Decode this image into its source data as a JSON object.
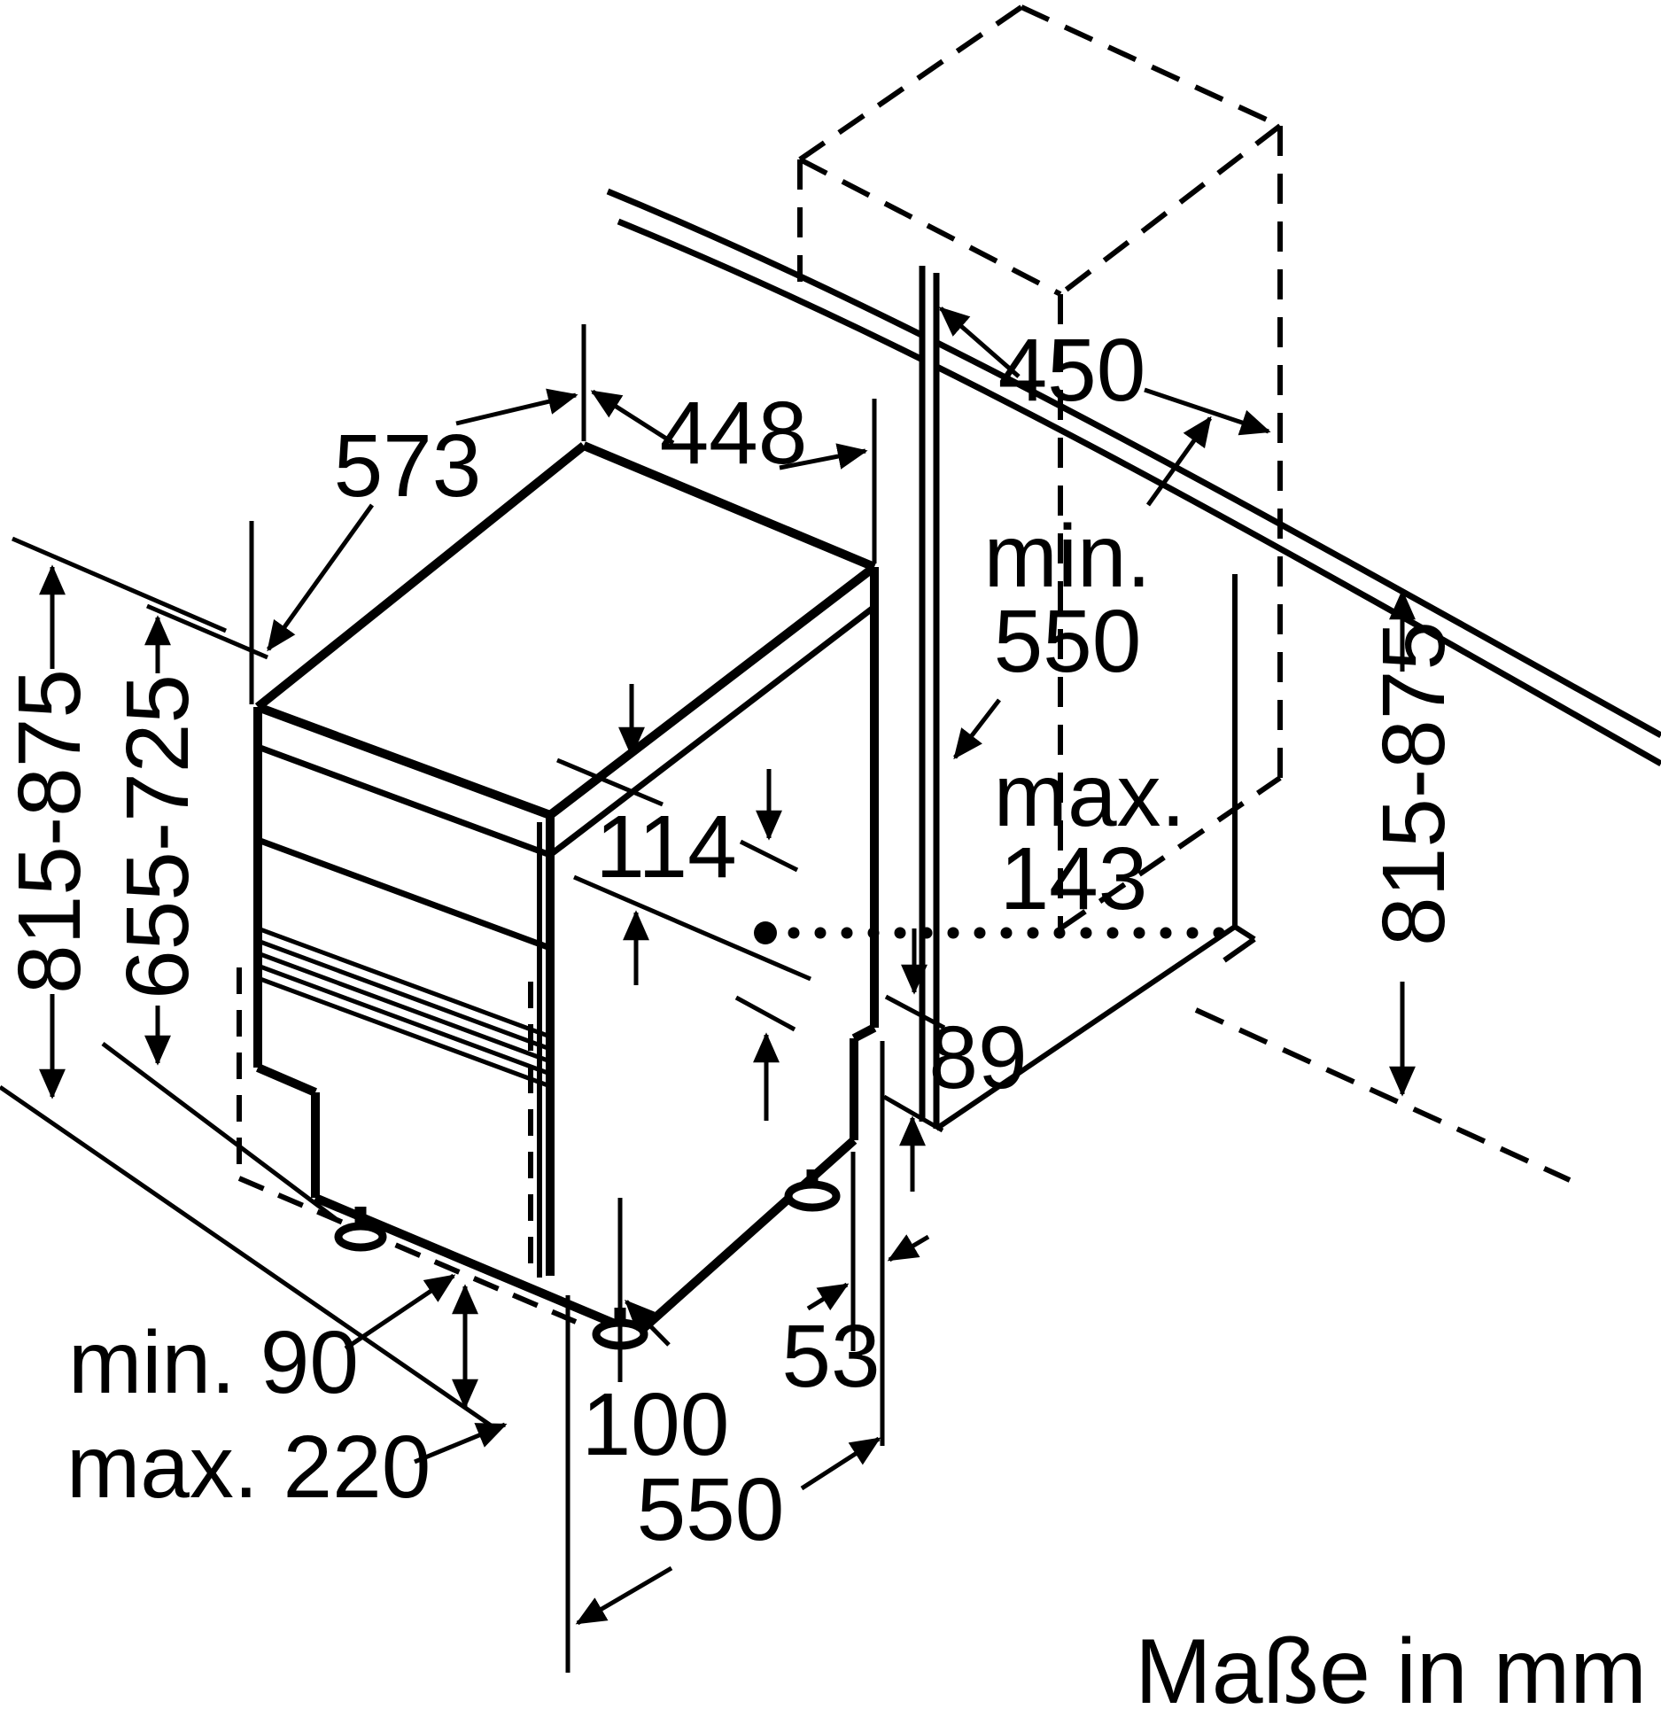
{
  "diagram": {
    "type": "appliance-installation-drawing",
    "subject": "built-in dishwasher niche dimensions",
    "units_note": "Maße in mm",
    "colors": {
      "line": "#000000",
      "background": "#ffffff"
    },
    "labels": {
      "appliance_depth": "573",
      "appliance_width": "448",
      "niche_width": "450",
      "niche_depth_word": "min.",
      "niche_depth_value": "550",
      "hose_word": "max.",
      "hose_value": "143",
      "panel_height": "114",
      "rear_notch_height": "89",
      "foot_offset": "53",
      "foot_inset": "100",
      "base_depth": "550",
      "plinth_min": "min. 90",
      "plinth_max": "max. 220",
      "niche_height_left": "815-875",
      "front_panel_height": "655-725",
      "niche_height_right": "815-875"
    }
  }
}
